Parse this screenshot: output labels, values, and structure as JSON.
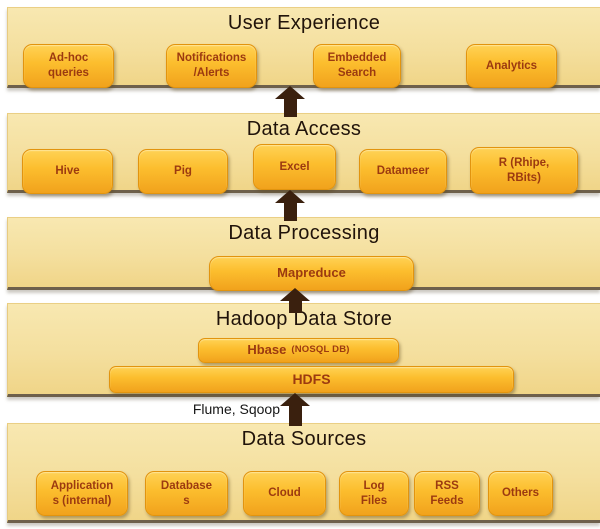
{
  "diagram": {
    "flume_label": "Flume, Sqoop",
    "layers": [
      {
        "title": "User Experience",
        "boxes": [
          {
            "label": "Ad-hoc\nqueries"
          },
          {
            "label": "Notifications\n/Alerts"
          },
          {
            "label": "Embedded\nSearch"
          },
          {
            "label": "Analytics"
          }
        ]
      },
      {
        "title": "Data Access",
        "boxes": [
          {
            "label": "Hive"
          },
          {
            "label": "Pig"
          },
          {
            "label": "Excel"
          },
          {
            "label": "Datameer"
          },
          {
            "label": "R (Rhipe,\nRBits)"
          }
        ]
      },
      {
        "title": "Data Processing",
        "boxes": [
          {
            "label": "Mapreduce"
          }
        ]
      },
      {
        "title": "Hadoop Data Store",
        "boxes": [
          {
            "label": "Hbase",
            "sublabel": "(NOSQL DB)"
          },
          {
            "label": "HDFS"
          }
        ]
      },
      {
        "title": "Data Sources",
        "boxes": [
          {
            "label": "Application\ns (internal)"
          },
          {
            "label": "Database\ns"
          },
          {
            "label": "Cloud"
          },
          {
            "label": "Log\nFiles"
          },
          {
            "label": "RSS\nFeeds"
          },
          {
            "label": "Others"
          }
        ]
      }
    ],
    "colors": {
      "band_fill_top": "#F8E8B1",
      "band_fill_bottom": "#F0D588",
      "band_border_bottom": "#6E604B",
      "box_fill_top": "#FFD255",
      "box_fill_bottom": "#F1A21C",
      "box_border": "#E2940E",
      "title_text": "#20130A",
      "box_text": "#9C3A10",
      "arrow": "#3A200E",
      "background": "#FFFFFF"
    }
  }
}
